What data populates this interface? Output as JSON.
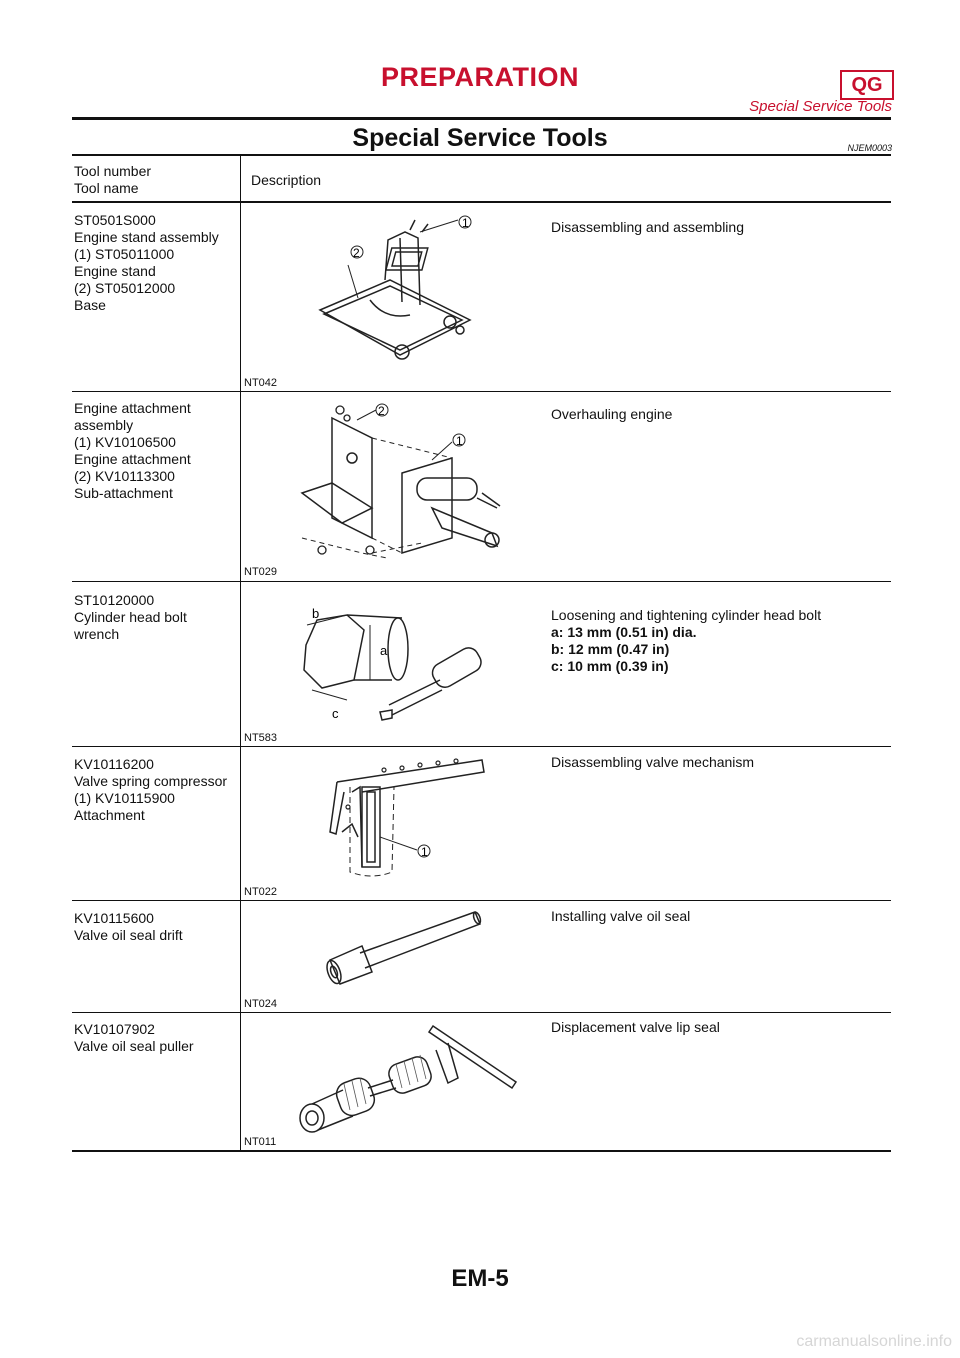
{
  "header": {
    "title": "PREPARATION",
    "badge": "QG",
    "subtitle": "Special Service Tools"
  },
  "section": {
    "title": "Special Service Tools",
    "code": "NJEM0003"
  },
  "table": {
    "head_col1": [
      "Tool number",
      "Tool name"
    ],
    "head_col2": "Description",
    "rows": [
      {
        "lines": [
          "ST0501S000",
          "Engine stand assembly",
          "(1) ST05011000",
          "Engine stand",
          "(2) ST05012000",
          "Base"
        ],
        "fig": "NT042",
        "desc": [
          "Disassembling and assembling"
        ]
      },
      {
        "lines": [
          "Engine attachment",
          "assembly",
          "(1) KV10106500",
          "Engine attachment",
          "(2) KV10113300",
          "Sub-attachment"
        ],
        "fig": "NT029",
        "desc": [
          "Overhauling engine"
        ]
      },
      {
        "lines": [
          "ST10120000",
          "Cylinder head bolt",
          "wrench"
        ],
        "fig": "NT583",
        "desc": [
          "Loosening and tightening cylinder head bolt",
          "a: 13 mm (0.51 in) dia.",
          "b: 12 mm (0.47 in)",
          "c: 10 mm (0.39 in)"
        ]
      },
      {
        "lines": [
          "KV10116200",
          "Valve spring compressor",
          "(1) KV10115900",
          "Attachment"
        ],
        "fig": "NT022",
        "desc": [
          "Disassembling valve mechanism"
        ]
      },
      {
        "lines": [
          "KV10115600",
          "Valve oil seal drift"
        ],
        "fig": "NT024",
        "desc": [
          "Installing valve oil seal"
        ]
      },
      {
        "lines": [
          "KV10107902",
          "Valve oil seal puller"
        ],
        "fig": "NT011",
        "desc": [
          "Displacement valve lip seal"
        ]
      }
    ]
  },
  "figure_labels": {
    "one": "1",
    "two": "2",
    "a": "a",
    "b": "b",
    "c": "c"
  },
  "footer": {
    "page": "EM-5"
  },
  "watermark": "carmanualsonline.info"
}
